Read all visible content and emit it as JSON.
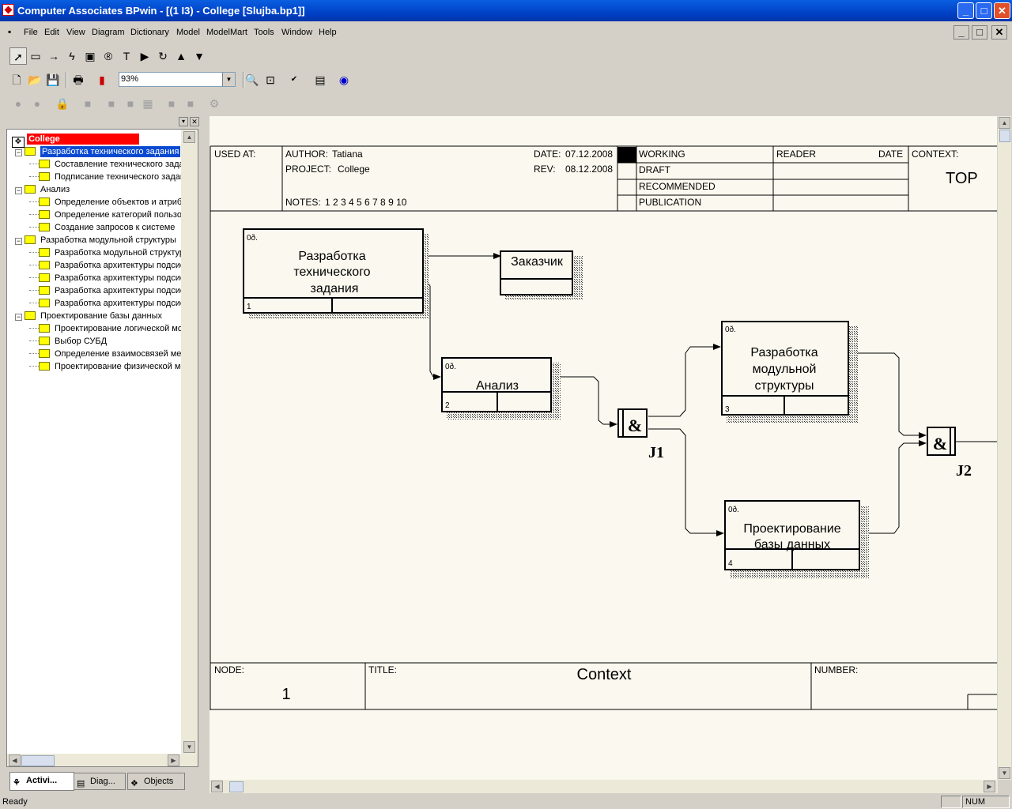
{
  "window": {
    "title": "Computer Associates BPwin - [(1 I3)  - College  [Slujba.bp1]]",
    "min": "_",
    "max": "□",
    "close": "✕"
  },
  "menu": [
    "File",
    "Edit",
    "View",
    "Diagram",
    "Dictionary",
    "Model",
    "ModelMart",
    "Tools",
    "Window",
    "Help"
  ],
  "toolbar": {
    "zoom": "93%"
  },
  "tree": {
    "root": "College",
    "items": [
      {
        "label": "Разработка технического задания",
        "level": 1,
        "selected": true
      },
      {
        "label": "Составление технического задания",
        "level": 2
      },
      {
        "label": "Подписание технического задания",
        "level": 2
      },
      {
        "label": "Анализ",
        "level": 1
      },
      {
        "label": "Определение объектов и атрибутов",
        "level": 2
      },
      {
        "label": "Определение категорий пользователей",
        "level": 2
      },
      {
        "label": "Создание запросов к системе",
        "level": 2
      },
      {
        "label": "Разработка модульной структуры",
        "level": 1
      },
      {
        "label": "Разработка модульной структуры",
        "level": 2
      },
      {
        "label": "Разработка архитектуры подсистемы",
        "level": 2
      },
      {
        "label": "Разработка архитектуры подсистемы",
        "level": 2
      },
      {
        "label": "Разработка архитектуры подсистемы",
        "level": 2
      },
      {
        "label": "Разработка архитектуры подсистемы",
        "level": 2
      },
      {
        "label": "Проектирование базы данных",
        "level": 1
      },
      {
        "label": "Проектирование логической модели",
        "level": 2
      },
      {
        "label": "Выбор СУБД",
        "level": 2
      },
      {
        "label": "Определение взаимосвязей между",
        "level": 2
      },
      {
        "label": "Проектирование физической модели",
        "level": 2
      }
    ]
  },
  "tabs": [
    "Activi...",
    "Diag...",
    "Objects"
  ],
  "header": {
    "used_at": "USED AT:",
    "author_label": "AUTHOR:",
    "author": "Tatiana",
    "project_label": "PROJECT:",
    "project": "College",
    "date_label": "DATE:",
    "date": "07.12.2008",
    "rev_label": "REV:",
    "rev": "08.12.2008",
    "notes_label": "NOTES:",
    "notes": "1  2  3  4  5  6  7  8  9  10",
    "working": "WORKING",
    "draft": "DRAFT",
    "recommended": "RECOMMENDED",
    "publication": "PUBLICATION",
    "reader": "READER",
    "date2": "DATE",
    "context_label": "CONTEXT:",
    "context": "TOP"
  },
  "boxes": [
    {
      "cost": "0ð.",
      "title1": "Разработка",
      "title2": "технического",
      "title3": "задания",
      "num": "1"
    },
    {
      "title": "Заказчик"
    },
    {
      "cost": "0ð.",
      "title": "Анализ",
      "num": "2"
    },
    {
      "cost": "0ð.",
      "title1": "Разработка",
      "title2": "модульной",
      "title3": "структуры",
      "num": "3"
    },
    {
      "cost": "0ð.",
      "title1": "Проектирование",
      "title2": "базы данных",
      "num": "4"
    }
  ],
  "junctions": [
    {
      "symbol": "&",
      "label": "J1"
    },
    {
      "symbol": "&",
      "label": "J2"
    }
  ],
  "footer": {
    "node_label": "NODE:",
    "node": "1",
    "title_label": "TITLE:",
    "title": "Context",
    "number_label": "NUMBER:"
  },
  "status": {
    "text": "Ready",
    "num": "NUM"
  }
}
